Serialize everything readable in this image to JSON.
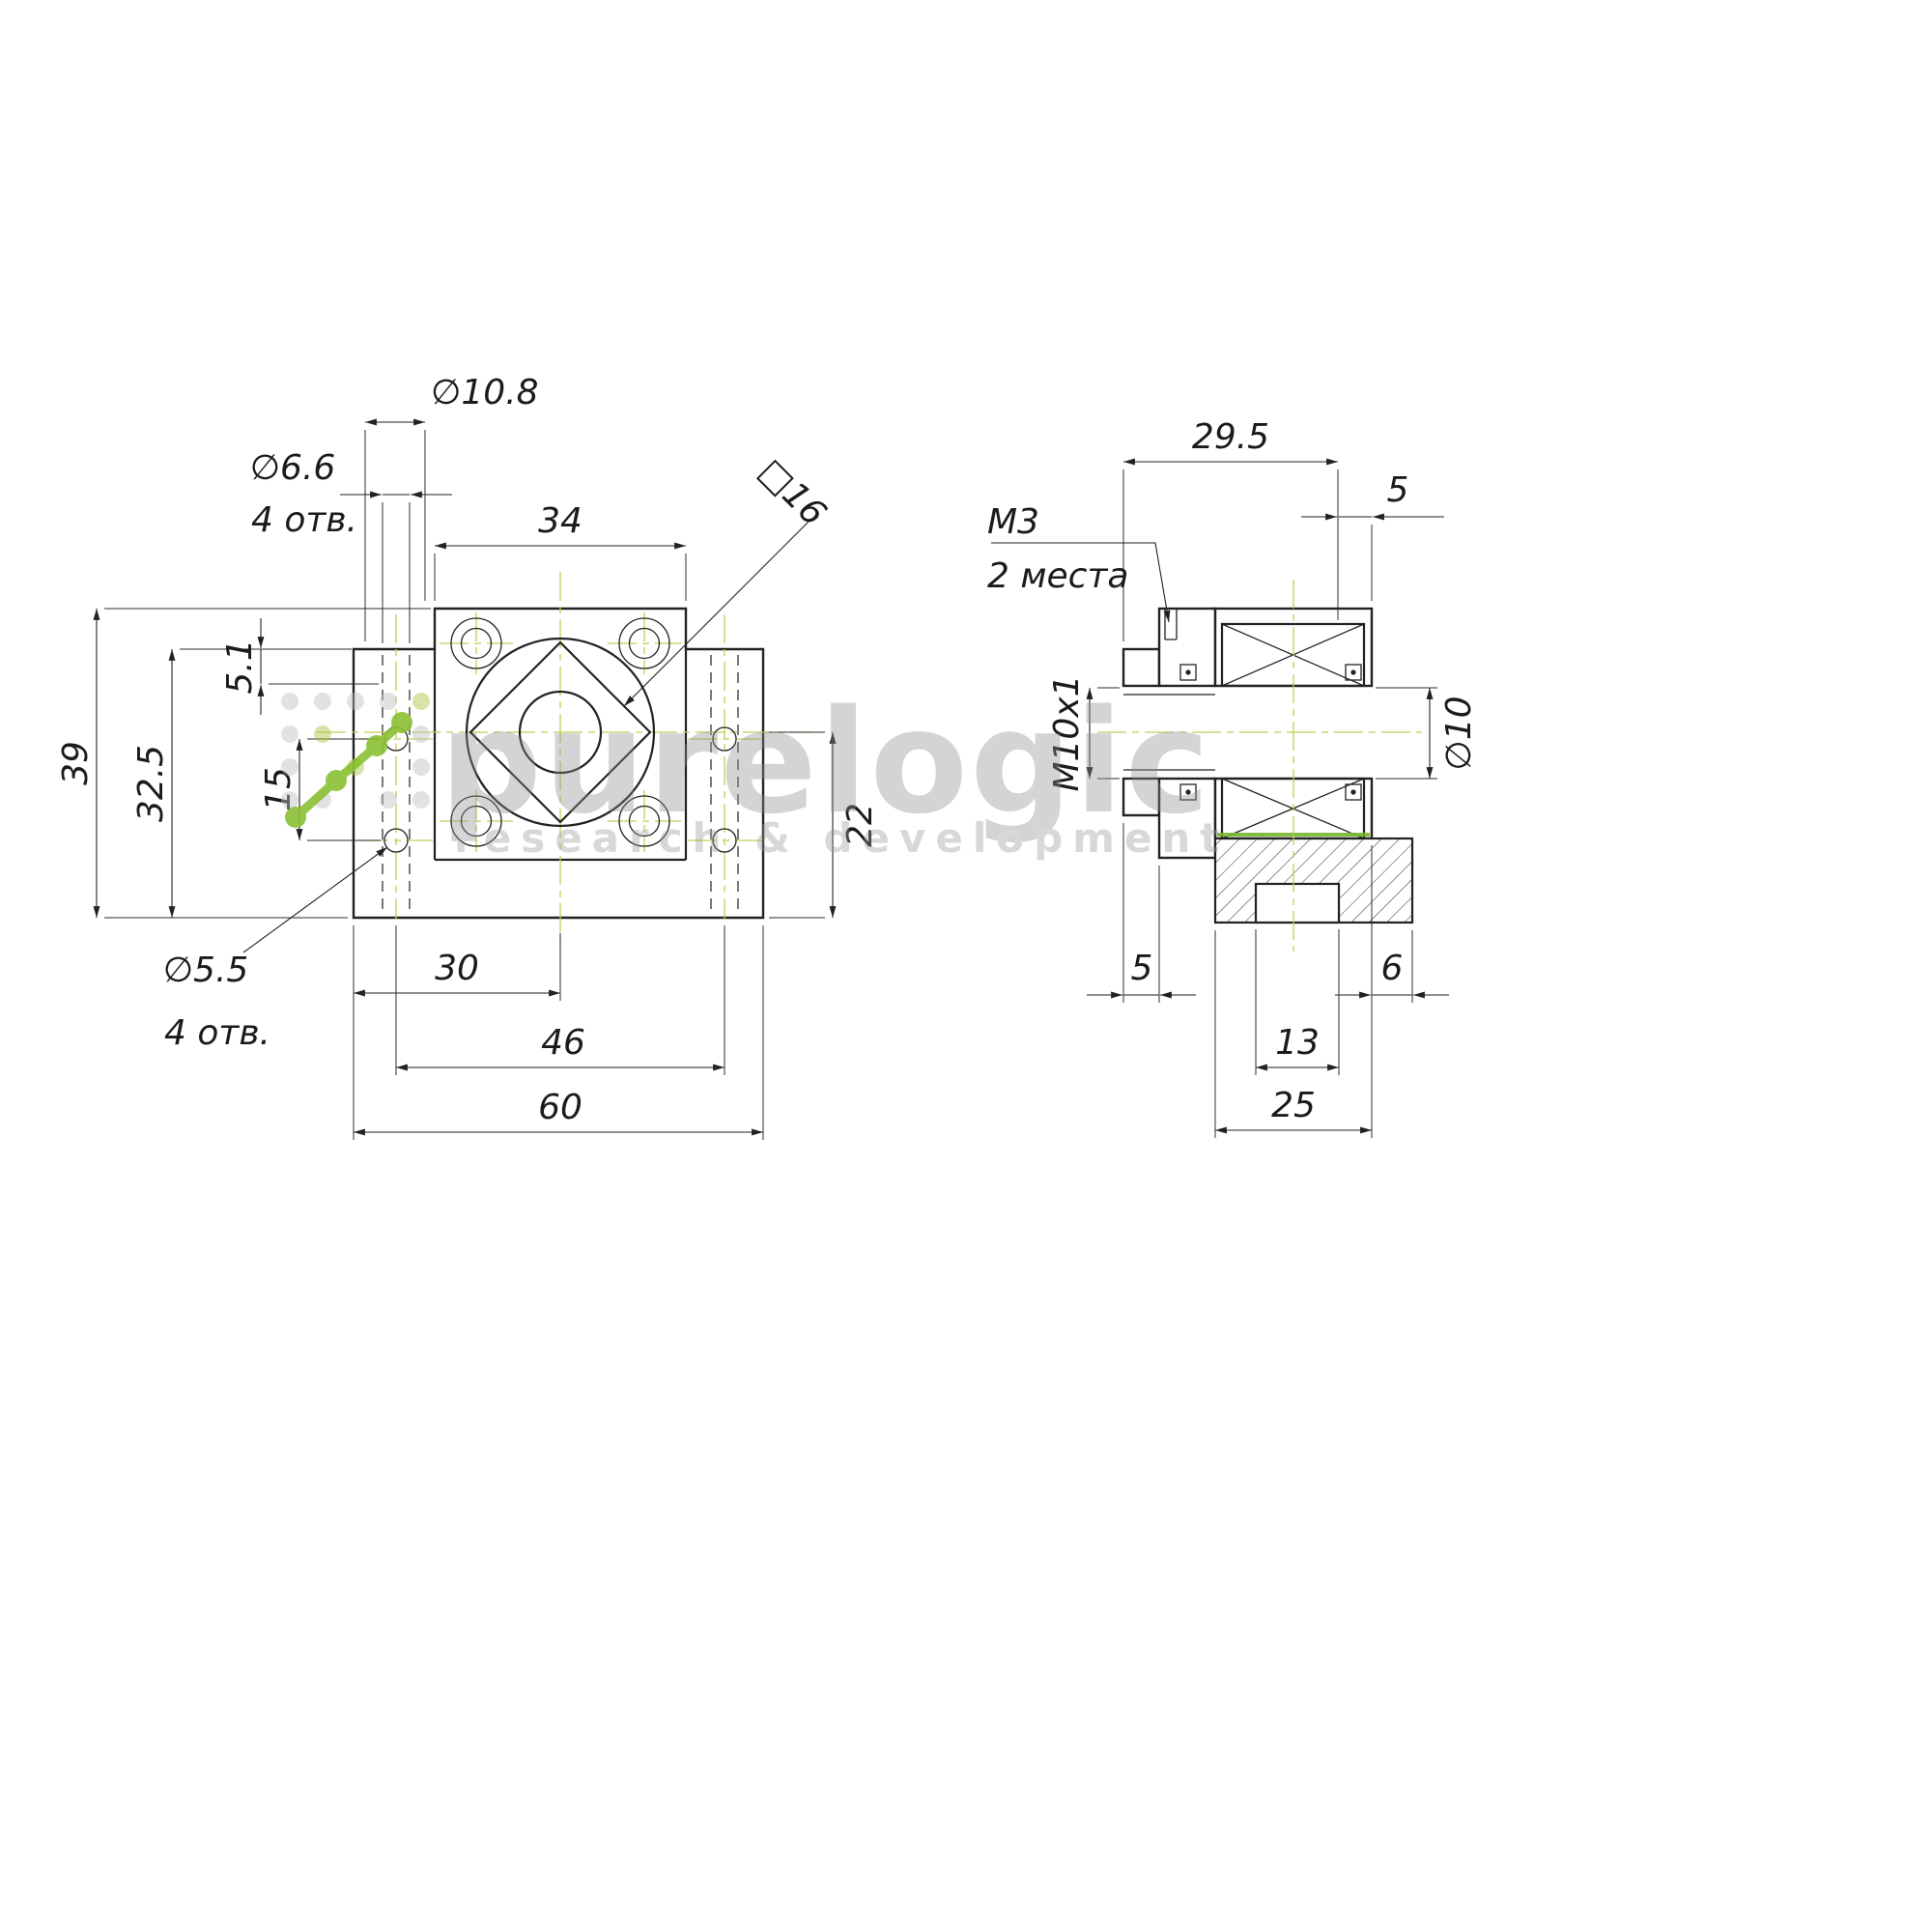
{
  "colors": {
    "background": "#ffffff",
    "line": "#222222",
    "centerline": "#c2ce58",
    "highlight_green": "#76b82a",
    "watermark_green": "#8bc034",
    "watermark_gray": "#8f8f8f"
  },
  "watermark": {
    "brand": "purelogic",
    "tagline": "research & development"
  },
  "front_view": {
    "dia_counterbore_top": "∅10.8",
    "dia_counterbore": "∅6.6",
    "dia_counterbore_note": "4 отв.",
    "flange_width": "34",
    "nut_square": "□16",
    "offset_top": "5.1",
    "total_height": "39",
    "wing_height": "32.5",
    "side_hole_spacing": "15",
    "center_height": "22",
    "half_width": "30",
    "hole_spacing": "46",
    "total_width": "60",
    "dia_side_hole": "∅5.5",
    "dia_side_hole_note": "4 отв."
  },
  "side_view": {
    "body_length": "29.5",
    "thread_m3": "М3",
    "thread_m3_note": "2 места",
    "end_width": "5",
    "thread_m10": "М10х1",
    "bore_dia": "∅10",
    "boss_length": "5",
    "slot_width": "13",
    "base_overhang": "6",
    "base_width": "25"
  }
}
